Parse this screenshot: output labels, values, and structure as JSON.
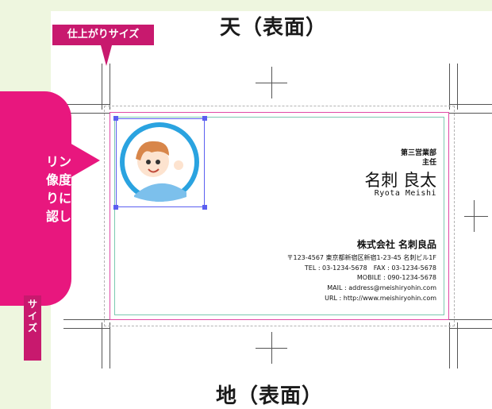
{
  "headings": {
    "top": "天（表面）",
    "bottom": "地（表面）"
  },
  "tags": {
    "finish_size_top": "仕上がりサイズ",
    "finish_size_bottom_visible": "サイズ"
  },
  "callout": {
    "lines_visible": [
      "リン",
      "像度",
      "りに",
      "認し"
    ]
  },
  "card": {
    "department": "第三営業部",
    "position": "主任",
    "name": "名刺 良太",
    "name_roman": "Ryota Meishi",
    "company": "株式会社 名刺良品",
    "address": "〒123-4567 東京都新宿区新宿1-23-45 名刺ビル1F",
    "tel_fax": "TEL : 03-1234-5678　FAX : 03-1234-5678",
    "mobile": "MOBILE : 090-1234-5678",
    "mail": "MAIL : address@meishiryohin.com",
    "url": "URL : http://www.meishiryohin.com"
  },
  "colors": {
    "accent_magenta": "#c8196e",
    "callout_pink": "#e8177e",
    "selection_blue": "#5b5ff0",
    "avatar_ring": "#2aa3e0"
  }
}
